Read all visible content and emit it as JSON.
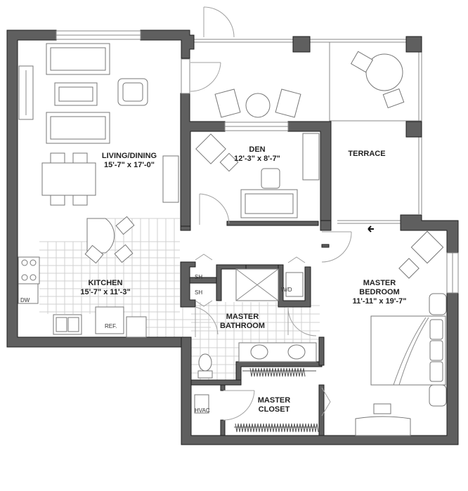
{
  "floorplan": {
    "colors": {
      "wall": "#5f5f5f",
      "wall_outline": "#1e1e1e",
      "furniture_line": "#777777",
      "tile_grid": "#d0d0d0",
      "background": "#ffffff"
    },
    "rooms": [
      {
        "id": "living-dining",
        "name": "LIVING/DINING",
        "dimensions": "15'-7\" x 17'-0\""
      },
      {
        "id": "den",
        "name": "DEN",
        "dimensions": "12'-3\" x 8'-7\""
      },
      {
        "id": "terrace",
        "name": "TERRACE",
        "dimensions": ""
      },
      {
        "id": "kitchen",
        "name": "KITCHEN",
        "dimensions": "15'-7\" x 11'-3\""
      },
      {
        "id": "master-bedroom",
        "name": "MASTER BEDROOM",
        "name_line1": "MASTER",
        "name_line2": "BEDROOM",
        "dimensions": "11'-11\" x 19'-7\""
      },
      {
        "id": "master-bathroom",
        "name": "MASTER BATHROOM",
        "name_line1": "MASTER",
        "name_line2": "BATHROOM",
        "dimensions": ""
      },
      {
        "id": "master-closet",
        "name": "MASTER CLOSET",
        "name_line1": "MASTER",
        "name_line2": "CLOSET",
        "dimensions": ""
      }
    ],
    "fixtures": {
      "dw": "DW",
      "ref": "REF.",
      "sh1": "SH",
      "sh2": "SH",
      "wd": "W/D",
      "hvac": "HVAC"
    },
    "icons": {
      "entry_arrow": "left-arrow-icon"
    }
  }
}
